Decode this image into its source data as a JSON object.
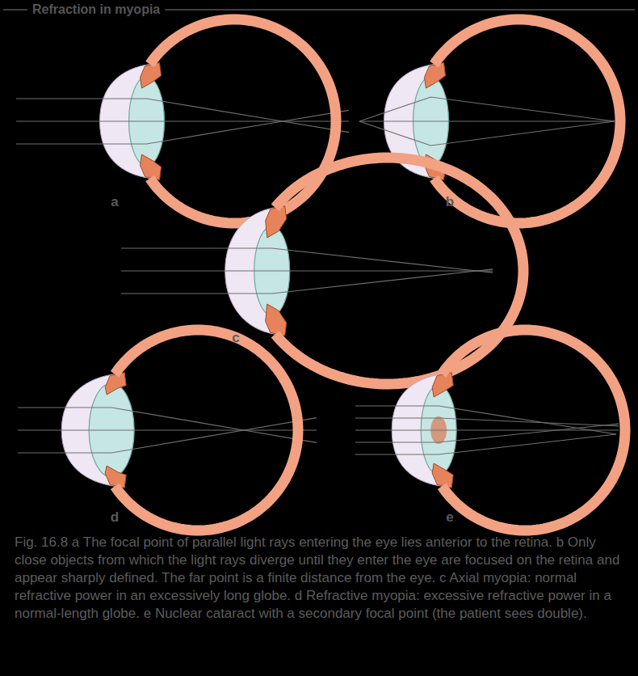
{
  "diagram": {
    "title": "Refraction in myopia",
    "caption": "Fig. 16.8 a The focal point of parallel light rays entering the eye lies anterior to the retina. b Only close objects from which the light rays diverge until they enter the eye are focused on the retina and appear sharply defined. The far point is a finite distance from the eye. c Axial myopia: normal refractive power in an excessively long globe. d Refractive myopia: excessive refractive power in a normal-length globe. e Nuclear cataract with a secondary focal point (the patient sees double).",
    "labels": [
      "a",
      "b",
      "c",
      "d",
      "e"
    ]
  }
}
